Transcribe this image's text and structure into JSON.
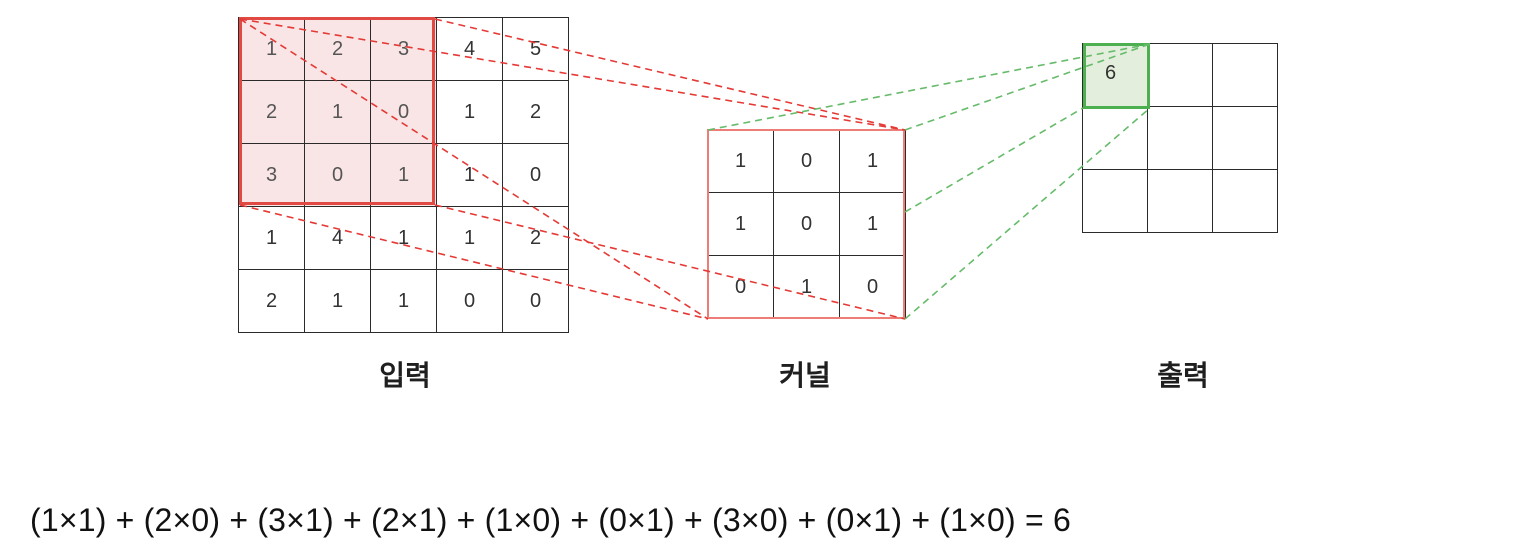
{
  "input": {
    "caption": "입력",
    "rows": [
      [
        "1",
        "2",
        "3",
        "4",
        "5"
      ],
      [
        "2",
        "1",
        "0",
        "1",
        "2"
      ],
      [
        "3",
        "0",
        "1",
        "1",
        "0"
      ],
      [
        "1",
        "4",
        "1",
        "1",
        "2"
      ],
      [
        "2",
        "1",
        "1",
        "0",
        "0"
      ]
    ]
  },
  "kernel": {
    "caption": "커널",
    "rows": [
      [
        "1",
        "0",
        "1"
      ],
      [
        "1",
        "0",
        "1"
      ],
      [
        "0",
        "1",
        "0"
      ]
    ]
  },
  "output": {
    "caption": "출력",
    "rows": [
      [
        "6",
        "",
        ""
      ],
      [
        "",
        "",
        ""
      ],
      [
        "",
        "",
        ""
      ]
    ]
  },
  "formula": "(1×1) + (2×0) + (3×1) + (2×1) + (1×0) + (0×1) + (3×0) + (0×1) + (1×0) = 6",
  "colors": {
    "window_highlight": "#e04a42",
    "window_fill": "#f9e5e5",
    "kernel_border": "#ee7d78",
    "output_highlight": "#4caf50",
    "output_fill": "#e3efdc",
    "red_connector": "#e53935",
    "green_connector": "#66bb6a"
  }
}
